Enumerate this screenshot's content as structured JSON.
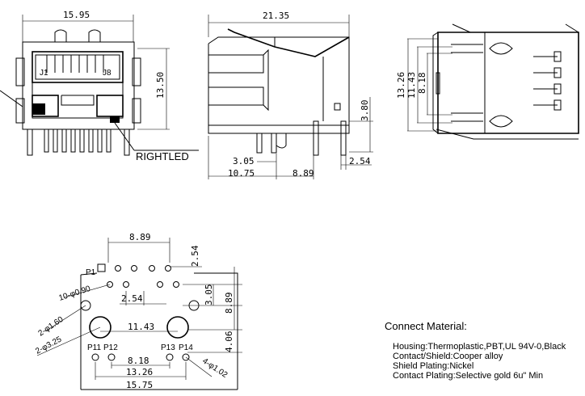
{
  "front_view": {
    "width_dim": "15.95",
    "height_dim": "13.50",
    "pin_j1": "J1",
    "pin_j8": "J8",
    "right_led_label": "RIGHTLED"
  },
  "side_view": {
    "length_dim": "21.35",
    "height_dim": "3.80",
    "offset_a": "3.05",
    "offset_b": "2.54",
    "offset_c": "10.75",
    "offset_d": "8.89"
  },
  "top_view": {
    "outer_dim": "13.26",
    "mid_dim": "11.43",
    "inner_dim": "8.18"
  },
  "footprint": {
    "top_span": "8.89",
    "pitch_right": "2.54",
    "p1_label": "P1",
    "small_holes": "10-φ0.90",
    "pitch_bottom": "2.54",
    "row_offset": "3.05",
    "row_span": "8.89",
    "led_holes": "2-φ1.60",
    "mount_holes": "2-φ3.25",
    "mount_span": "11.43",
    "mount_offset": "4.06",
    "p11": "P11",
    "p12": "P12",
    "p13": "P13",
    "p14": "P14",
    "shield_holes": "4-φ1.02",
    "shield_span_inner": "8.18",
    "shield_span_mid": "13.26",
    "shield_span_outer": "15.75"
  },
  "material": {
    "title": "Connect Material:",
    "lines": [
      "Housing:Thermoplastic,PBT,UL 94V-0,Black",
      "Contact/Shield:Cooper alloy",
      "Shield Plating:Nickel",
      "Contact Plating:Selective gold 6u\" Min"
    ]
  }
}
